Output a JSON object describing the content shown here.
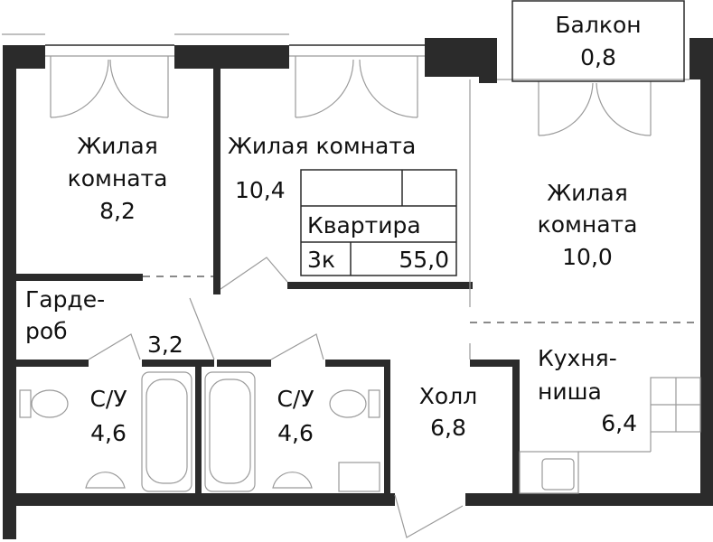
{
  "plan": {
    "rooms": [
      {
        "name": "Жилая комната",
        "name_line1": "Жилая",
        "name_line2": "комната",
        "area": "8,2"
      },
      {
        "name": "Жилая комната",
        "area": "10,4"
      },
      {
        "name": "Жилая комната",
        "name_line1": "Жилая",
        "name_line2": "комната",
        "area": "10,0"
      },
      {
        "name": "Балкон",
        "area": "0,8"
      },
      {
        "name_line1": "Гарде-",
        "name_line2": "роб",
        "area": "3,2"
      },
      {
        "name": "С/У",
        "area": "4,6"
      },
      {
        "name": "С/У",
        "area": "4,6"
      },
      {
        "name": "Холл",
        "area": "6,8"
      },
      {
        "name_line1": "Кухня-",
        "name_line2": "ниша",
        "area": "6,4"
      }
    ],
    "summary": {
      "title": "Квартира",
      "type": "3к",
      "total_area": "55,0"
    }
  }
}
